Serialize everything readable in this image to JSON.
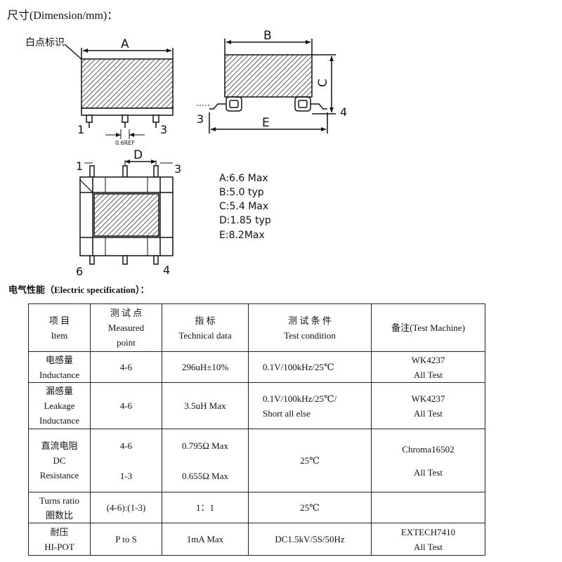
{
  "dimension_title": "尺寸(Dimension/mm)：",
  "drawing": {
    "white_dot_label": "白点标识",
    "labels": {
      "A": "A",
      "B": "B",
      "C": "C",
      "D": "D",
      "E": "E"
    },
    "pins": {
      "p1": "1",
      "p3": "3",
      "p4": "4",
      "p6": "6"
    },
    "pitch_ref": "0.6REF",
    "specs": [
      "A:6.6 Max",
      "B:5.0 typ",
      "C:5.4 Max",
      "D:1.85 typ",
      "E:8.2Max"
    ]
  },
  "electric_title": "电气性能（Electric specification）：",
  "table": {
    "header": {
      "item": [
        "项 目",
        "Item"
      ],
      "point": [
        "测 试 点",
        "Measured",
        "point"
      ],
      "technical": [
        "指 标",
        "Technical data"
      ],
      "condition": [
        "测 试 条 件",
        "Test condition"
      ],
      "machine": "备注(Test Machine)"
    },
    "rows": {
      "inductance": {
        "item": [
          "电感量",
          "Inductance"
        ],
        "point": "4-6",
        "technical": "296uH±10%",
        "condition": "0.1V/100kHz/25℃",
        "machine": [
          "WK4237",
          "All Test"
        ]
      },
      "leakage": {
        "item": [
          "漏感量",
          "Leakage",
          "Inductance"
        ],
        "point": "4-6",
        "technical": "3.5uH Max",
        "condition": [
          "0.1V/100kHz/25℃/",
          "Short all else"
        ],
        "machine": [
          "WK4237",
          "All Test"
        ]
      },
      "dcr": {
        "item": [
          "直流电阻",
          "DC",
          "Resistance"
        ],
        "point": [
          "4-6",
          "1-3"
        ],
        "technical": [
          "0.795Ω Max",
          "0.655Ω Max"
        ],
        "condition": "25℃",
        "machine": [
          "Chroma16502",
          "All Test"
        ]
      },
      "turns": {
        "item": [
          "Turns ratio",
          "圈数比"
        ],
        "point": "(4-6):(1-3)",
        "technical": "1：1",
        "condition": "25℃",
        "machine": ""
      },
      "hipot": {
        "item": [
          "耐压",
          "HI-POT"
        ],
        "point": "P to S",
        "technical": "1mA Max",
        "condition": "DC1.5kV/5S/50Hz",
        "machine": [
          "EXTECH7410",
          "All Test"
        ]
      }
    }
  }
}
